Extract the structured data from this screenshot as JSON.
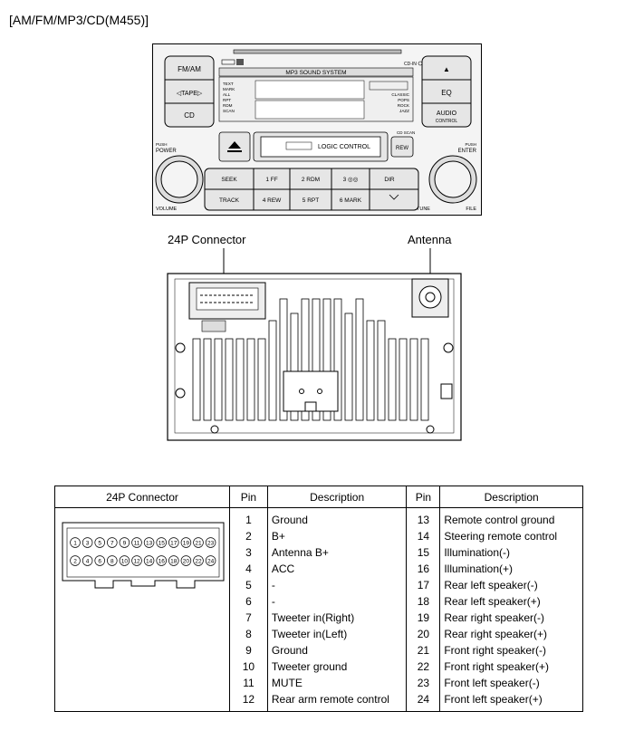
{
  "title": "[AM/FM/MP3/CD(M455)]",
  "front_panel": {
    "buttons_left": [
      "FM/AM",
      "◁TAPE▷",
      "CD"
    ],
    "buttons_right": [
      "▲",
      "EQ",
      "AUDIO",
      "CONTROL"
    ],
    "system_label": "MP3 SOUND SYSTEM",
    "cdin_label": "CD-IN",
    "display_left": [
      "TEXT",
      "MARK",
      "ALL",
      "RPT",
      "RDM",
      "SCAN"
    ],
    "display_right": [
      "CLASSIC",
      "POPS",
      "ROCK",
      "JAZZ"
    ],
    "logic_control": "LOGIC CONTROL",
    "cd_scan": "CD SCAN",
    "rew": "REW",
    "push_power": "PUSH",
    "power": "POWER",
    "volume": "VOLUME",
    "push_enter": "PUSH",
    "enter": "ENTER",
    "tune": "TUNE",
    "file": "FILE",
    "seek": "SEEK",
    "track": "TRACK",
    "dir": "DIR",
    "presets_top": [
      "1 FF",
      "2 RDM",
      "3 ◎◎"
    ],
    "presets_bottom": [
      "4 REW",
      "5 RPT",
      "6 MARK"
    ]
  },
  "rear": {
    "connector_label": "24P Connector",
    "antenna_label": "Antenna"
  },
  "table": {
    "headers": [
      "24P Connector",
      "Pin",
      "Description",
      "Pin",
      "Description"
    ],
    "rows": [
      [
        "1",
        "Ground",
        "13",
        "Remote control ground"
      ],
      [
        "2",
        "B+",
        "14",
        "Steering remote control"
      ],
      [
        "3",
        "Antenna B+",
        "15",
        "Illumination(-)"
      ],
      [
        "4",
        "ACC",
        "16",
        "Illumination(+)"
      ],
      [
        "5",
        "-",
        "17",
        "Rear left speaker(-)"
      ],
      [
        "6",
        "-",
        "18",
        "Rear left speaker(+)"
      ],
      [
        "7",
        "Tweeter in(Right)",
        "19",
        "Rear right speaker(-)"
      ],
      [
        "8",
        "Tweeter in(Left)",
        "20",
        "Rear right speaker(+)"
      ],
      [
        "9",
        "Ground",
        "21",
        "Front right speaker(-)"
      ],
      [
        "10",
        "Tweeter ground",
        "22",
        "Front right speaker(+)"
      ],
      [
        "11",
        "MUTE",
        "23",
        "Front left speaker(-)"
      ],
      [
        "12",
        "Rear arm remote control",
        "24",
        "Front left speaker(+)"
      ]
    ],
    "connector_pins_top": [
      "1",
      "3",
      "5",
      "7",
      "9",
      "11",
      "13",
      "15",
      "17",
      "19",
      "21",
      "23"
    ],
    "connector_pins_bottom": [
      "2",
      "4",
      "6",
      "8",
      "10",
      "12",
      "14",
      "16",
      "18",
      "20",
      "22",
      "24"
    ]
  }
}
